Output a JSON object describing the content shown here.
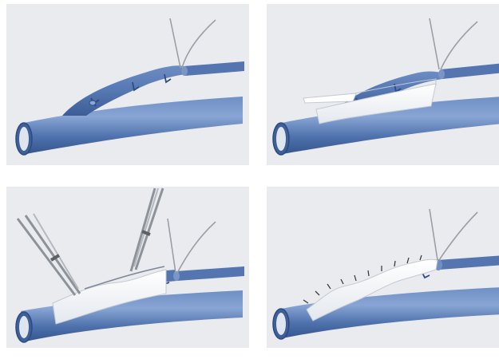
{
  "figure": {
    "panels": [
      {
        "id": "panel-1",
        "step": "vessel-exposed-with-sutures"
      },
      {
        "id": "panel-2",
        "step": "patch-slid-under-vessel"
      },
      {
        "id": "panel-3",
        "step": "patch-positioned-with-forceps"
      },
      {
        "id": "panel-4",
        "step": "patch-sutured-in-place"
      }
    ],
    "colors": {
      "background": "#ffffff",
      "panel": "#e9ebee",
      "vessel": "#4f72ad",
      "vessel_highlight": "#7e9ccd",
      "vessel_shadow": "#33528a",
      "patch": "#ffffff",
      "instrument": "#8e939a",
      "suture": "#9aa0a6"
    },
    "icons": [
      "blood-vessel-icon",
      "graft-patch-icon",
      "forceps-icon",
      "suture-thread-icon",
      "stitch-icon"
    ]
  }
}
